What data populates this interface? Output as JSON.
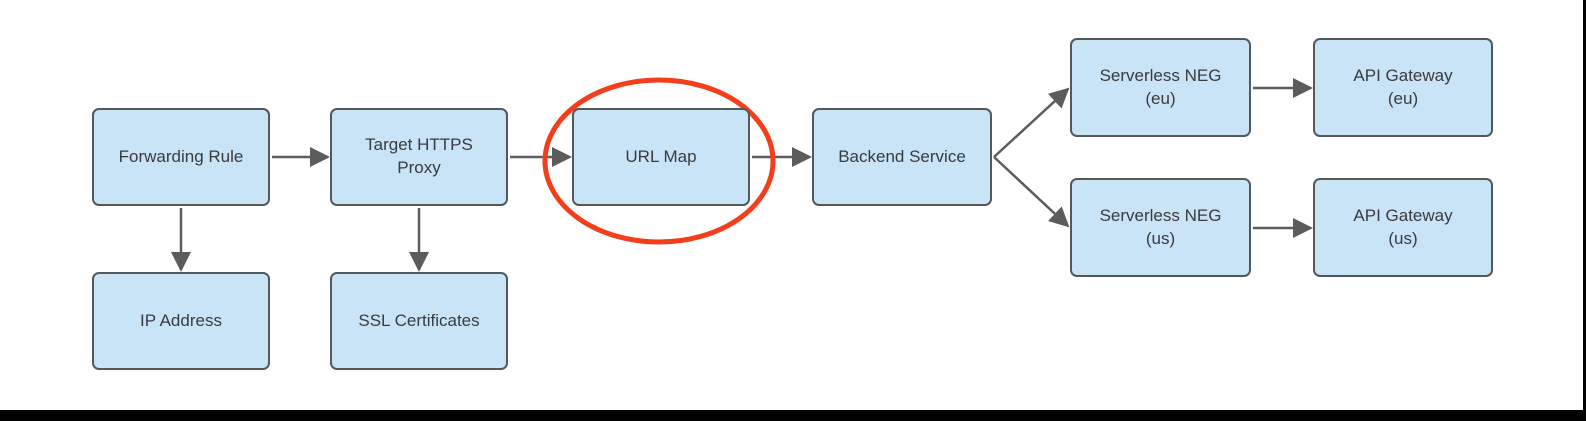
{
  "diagram": {
    "nodes": {
      "forwarding_rule": {
        "label": "Forwarding Rule"
      },
      "target_https_proxy": {
        "label": "Target HTTPS\nProxy"
      },
      "url_map": {
        "label": "URL Map"
      },
      "backend_service": {
        "label": "Backend Service"
      },
      "serverless_neg_eu": {
        "label": "Serverless NEG\n(eu)"
      },
      "api_gateway_eu": {
        "label": "API Gateway\n(eu)"
      },
      "serverless_neg_us": {
        "label": "Serverless NEG\n(us)"
      },
      "api_gateway_us": {
        "label": "API Gateway\n(us)"
      },
      "ip_address": {
        "label": "IP Address"
      },
      "ssl_certificates": {
        "label": "SSL Certificates"
      }
    },
    "edges": [
      {
        "from": "forwarding_rule",
        "to": "target_https_proxy"
      },
      {
        "from": "target_https_proxy",
        "to": "url_map"
      },
      {
        "from": "url_map",
        "to": "backend_service"
      },
      {
        "from": "backend_service",
        "to": "serverless_neg_eu"
      },
      {
        "from": "backend_service",
        "to": "serverless_neg_us"
      },
      {
        "from": "serverless_neg_eu",
        "to": "api_gateway_eu"
      },
      {
        "from": "serverless_neg_us",
        "to": "api_gateway_us"
      },
      {
        "from": "forwarding_rule",
        "to": "ip_address"
      },
      {
        "from": "target_https_proxy",
        "to": "ssl_certificates"
      }
    ],
    "annotation": {
      "shape": "ellipse",
      "highlighted_node": "url_map",
      "color": "#f43d1a"
    },
    "colors": {
      "node_fill": "#c9e3f7",
      "node_border": "#55585b",
      "arrow": "#5c5c5c",
      "text": "#3b3b3b",
      "highlight": "#f43d1a",
      "background": "#ffffff",
      "frame": "#000000"
    }
  }
}
